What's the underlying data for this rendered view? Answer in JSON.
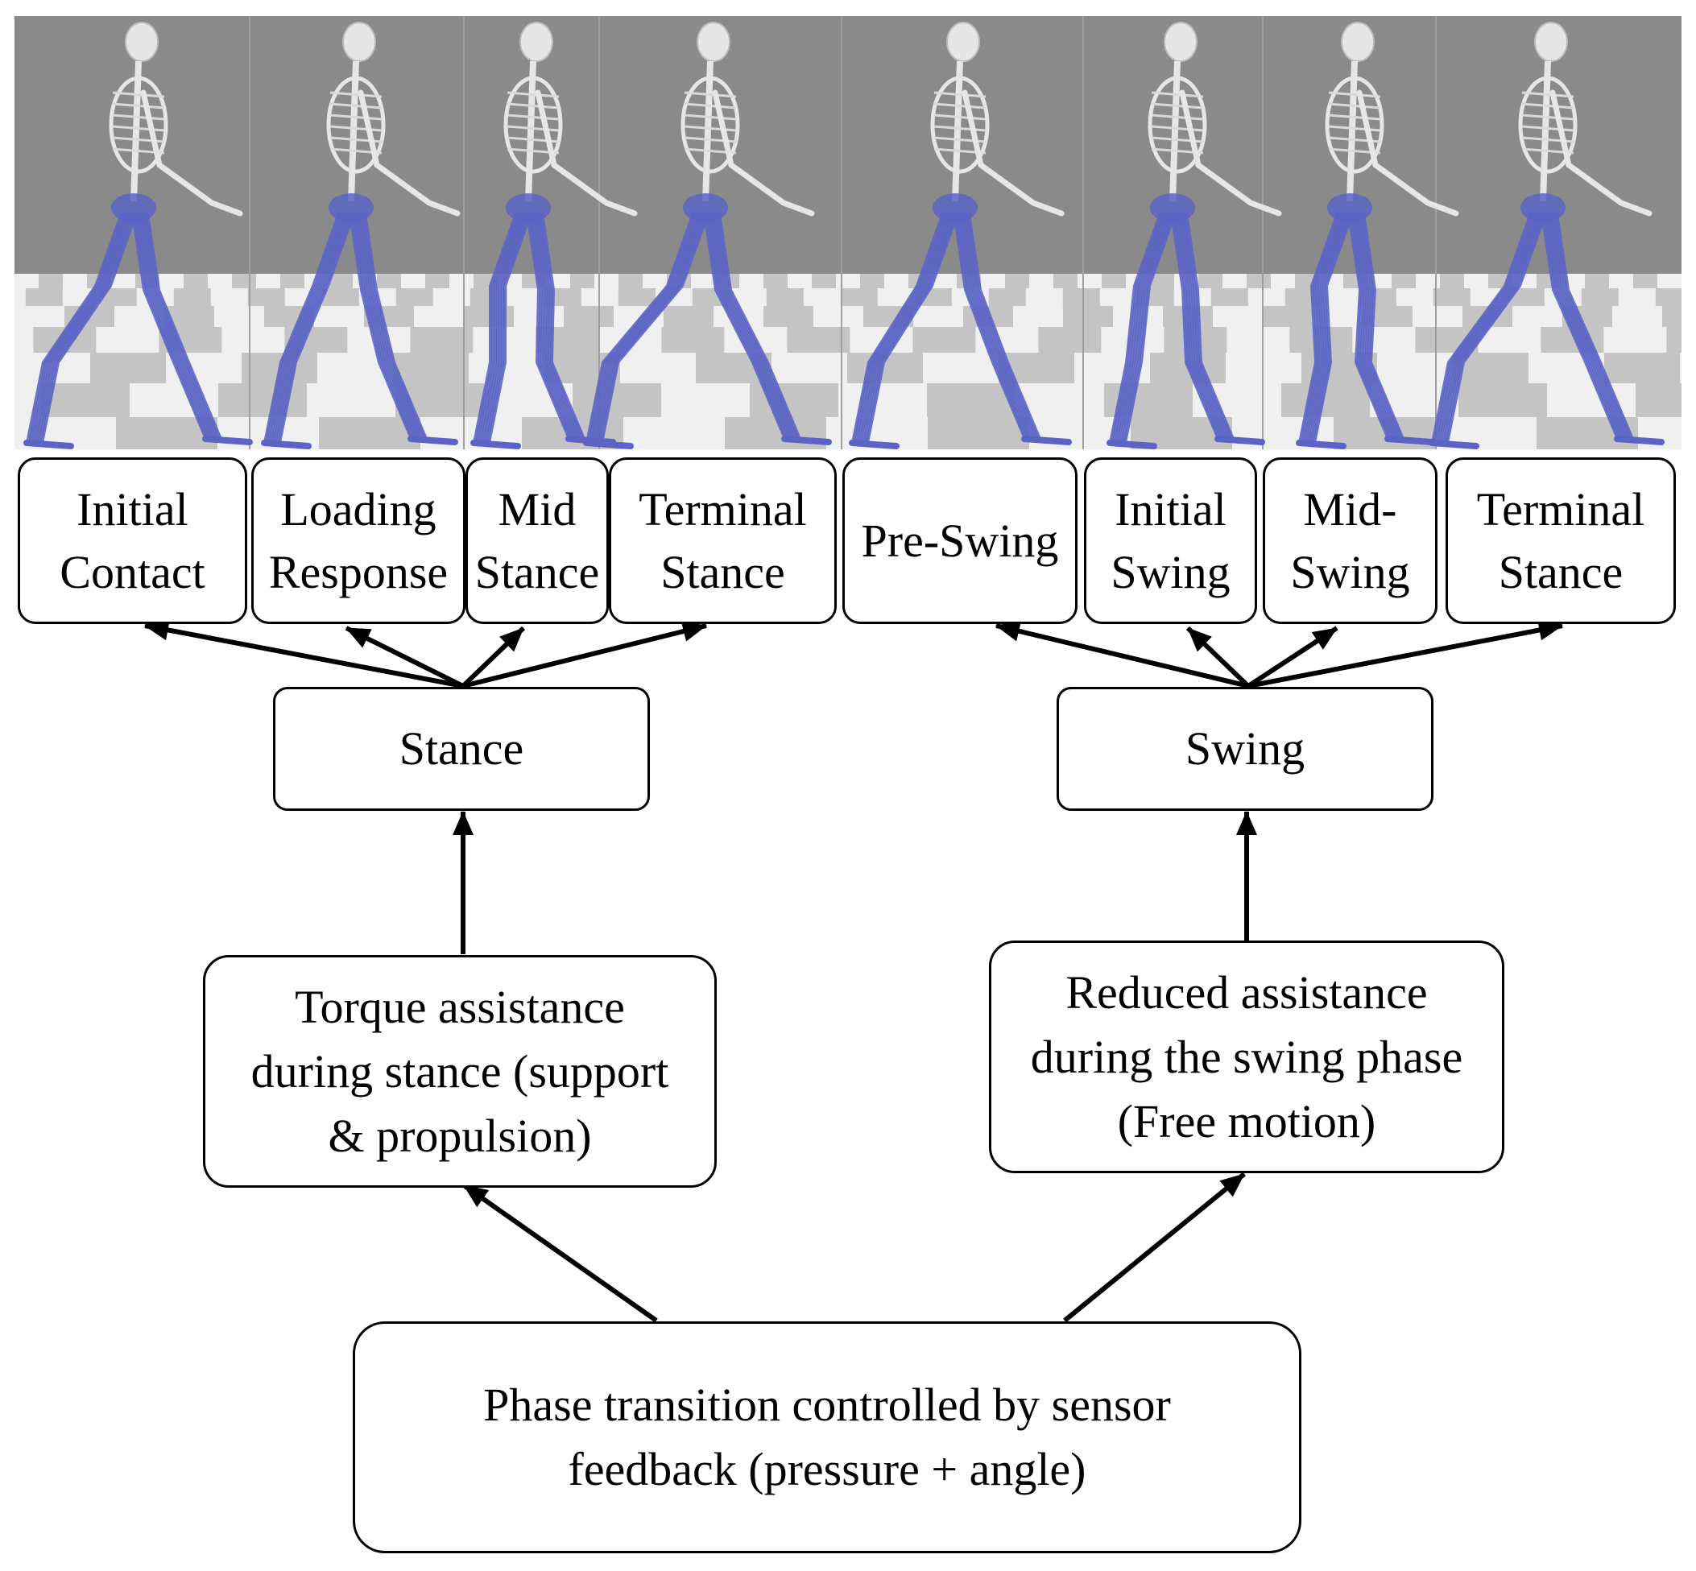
{
  "gait_phases": [
    {
      "label": "Initial\nContact"
    },
    {
      "label": "Loading\nResponse"
    },
    {
      "label": "Mid\nStance"
    },
    {
      "label": "Terminal\nStance"
    },
    {
      "label": "Pre-Swing"
    },
    {
      "label": "Initial\nSwing"
    },
    {
      "label": "Mid-\nSwing"
    },
    {
      "label": "Terminal\nStance"
    }
  ],
  "groups": {
    "stance": "Stance",
    "swing": "Swing"
  },
  "assistance": {
    "stance": "Torque assistance\nduring stance (support\n& propulsion)",
    "swing": "Reduced assistance\nduring the swing phase\n(Free motion)"
  },
  "control": "Phase transition controlled by sensor\nfeedback (pressure + angle)",
  "colors": {
    "sky": "#8a8a8a",
    "floor_light": "#f0f0f0",
    "floor_dark": "#c4c4c4",
    "muscle": "#5b64c4",
    "bone": "#e6e6e6"
  }
}
